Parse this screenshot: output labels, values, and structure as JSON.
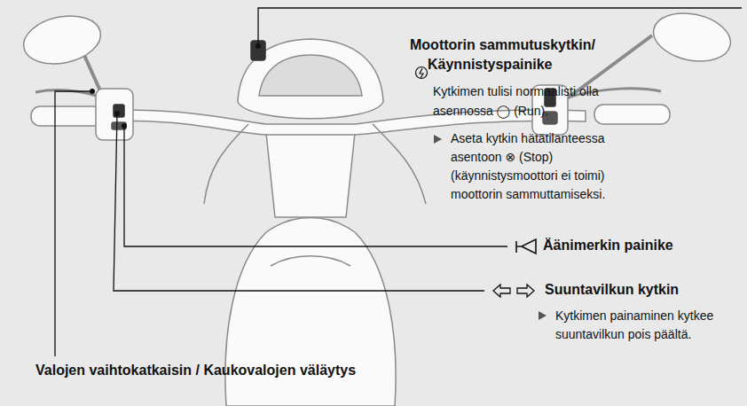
{
  "diagram": {
    "labels": [
      "Moottorin sammutuskytkin/ Käynnistyspainike",
      "Kytkimen tulisi normaalisti olla asennossa ◯ (Run).",
      "Aseta kytkin hätätilanteessa asentoon ⊗ (Stop) (käynnistysmoottori ei toimi) moottorin sammuttamiseksi.",
      "Äänimerkin painike",
      "Suuntavilkun kytkin",
      "Kytkimen painaminen kytkee suuntavilkun pois päältä.",
      "Valojen vaihtokatkaisin / Kaukovalojen väläytys"
    ]
  }
}
